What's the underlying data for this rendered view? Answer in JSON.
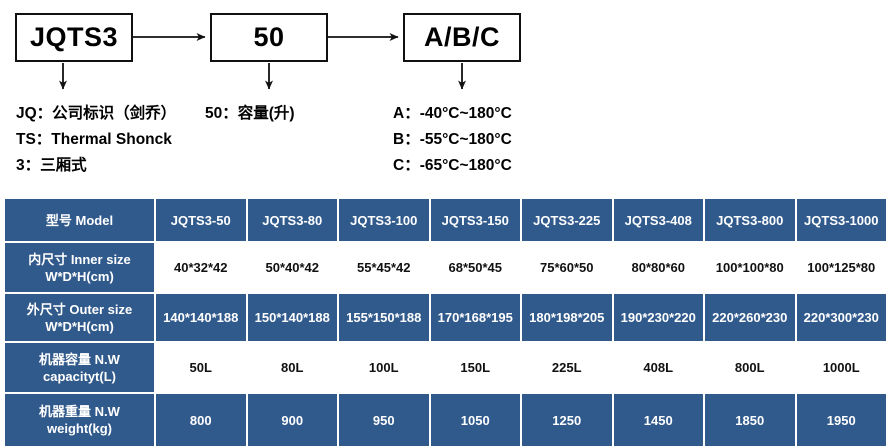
{
  "diagram": {
    "boxes": [
      {
        "name": "series-code",
        "label": "JQTS3"
      },
      {
        "name": "volume-code",
        "label": "50"
      },
      {
        "name": "temperature-code",
        "label": "A/B/C"
      }
    ],
    "legend_series": [
      "JQ：公司标识（剑乔）",
      "TS：Thermal Shonck",
      "3：三厢式"
    ],
    "legend_volume": [
      "50：容量(升)"
    ],
    "legend_temp": [
      "A：-40°C~180°C",
      "B：-55°C~180°C",
      "C：-65°C~180°C"
    ]
  },
  "table": {
    "row_labels": [
      {
        "line1": "型号 Model",
        "line2": ""
      },
      {
        "line1": "内尺寸 Inner size",
        "line2": "W*D*H(cm)"
      },
      {
        "line1": "外尺寸 Outer size",
        "line2": "W*D*H(cm)"
      },
      {
        "line1": "机器容量 N.W",
        "line2": "capacityt(L)"
      },
      {
        "line1": "机器重量 N.W",
        "line2": "weight(kg)"
      }
    ],
    "models": [
      "JQTS3-50",
      "JQTS3-80",
      "JQTS3-100",
      "JQTS3-150",
      "JQTS3-225",
      "JQTS3-408",
      "JQTS3-800",
      "JQTS3-1000"
    ],
    "inner_size": [
      "40*32*42",
      "50*40*42",
      "55*45*42",
      "68*50*45",
      "75*60*50",
      "80*80*60",
      "100*100*80",
      "100*125*80"
    ],
    "outer_size": [
      "140*140*188",
      "150*140*188",
      "155*150*188",
      "170*168*195",
      "180*198*205",
      "190*230*220",
      "220*260*230",
      "220*300*230"
    ],
    "capacity": [
      "50L",
      "80L",
      "100L",
      "150L",
      "225L",
      "408L",
      "800L",
      "1000L"
    ],
    "weight": [
      "800",
      "900",
      "950",
      "1050",
      "1250",
      "1450",
      "1850",
      "1950"
    ]
  },
  "colors": {
    "table_blue": "#315A8C",
    "table_white": "#FFFFFF",
    "diagram_stroke": "#111111"
  }
}
